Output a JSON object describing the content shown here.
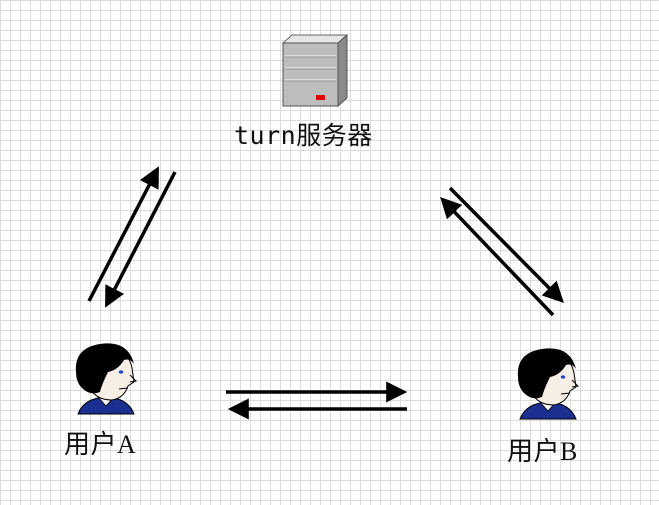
{
  "nodes": {
    "server": {
      "label": "turn服务器",
      "icon": "server-icon"
    },
    "user_a": {
      "label": "用户A",
      "icon": "user-avatar-icon"
    },
    "user_b": {
      "label": "用户B",
      "icon": "user-avatar-icon"
    }
  },
  "colors": {
    "arrow": "#000000",
    "server_body": "#b8b8b8",
    "server_indicator": "#e00000",
    "shirt": "#1a2f8f",
    "hair": "#000000",
    "eye": "#1f3fd0"
  }
}
